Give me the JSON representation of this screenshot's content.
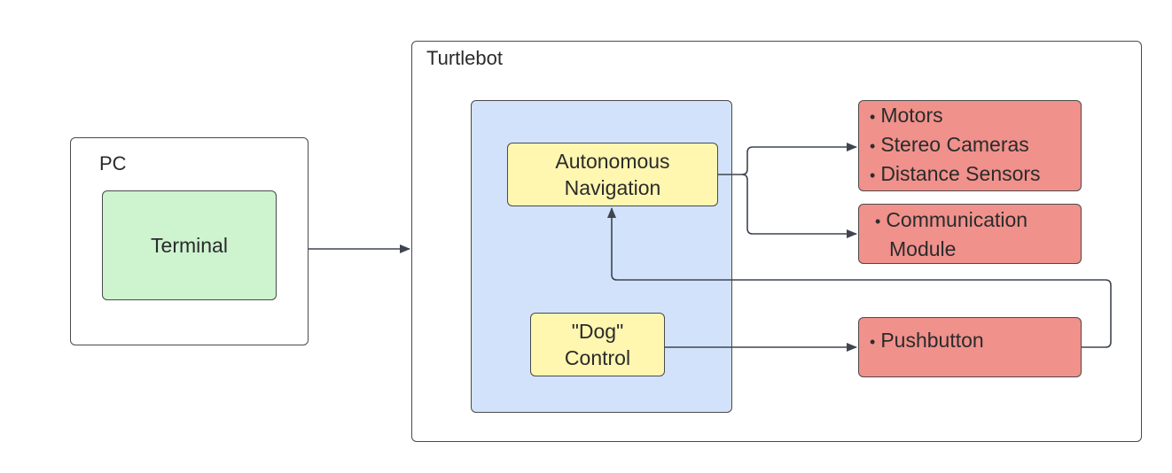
{
  "pc": {
    "title": "PC",
    "terminal": "Terminal"
  },
  "turtlebot": {
    "title": "Turtlebot",
    "autonomous_navigation": [
      "Autonomous",
      "Navigation"
    ],
    "dog_control": [
      "\"Dog\"",
      "Control"
    ]
  },
  "hardware": {
    "sensors": [
      "Motors",
      "Stereo Cameras",
      "Distance Sensors"
    ],
    "communication": [
      "Communication",
      "Module"
    ],
    "pushbutton": [
      "Pushbutton"
    ]
  },
  "colors": {
    "terminal_fill": "#cdf3cf",
    "container_fill": "#d3e2fb",
    "software_fill": "#fff6b0",
    "hardware_fill": "#f0918c",
    "line": "#3f4550"
  }
}
